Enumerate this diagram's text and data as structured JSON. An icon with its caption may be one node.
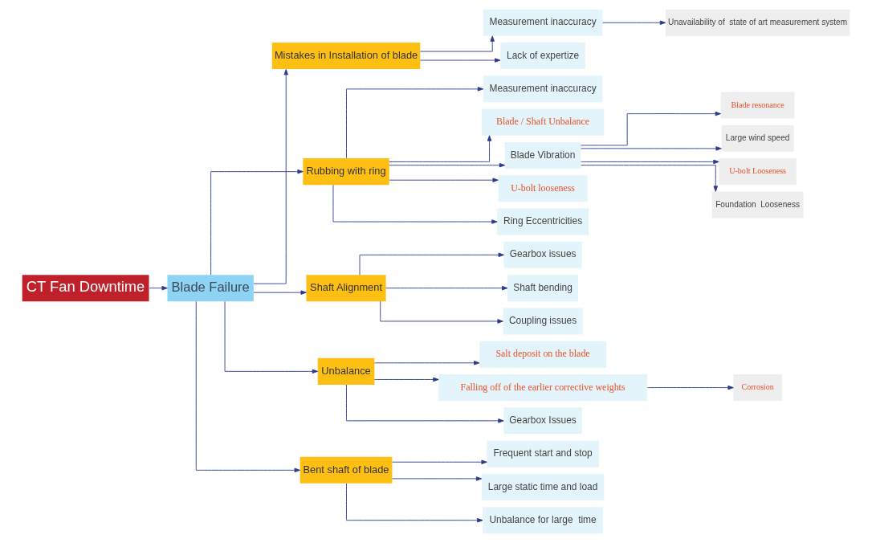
{
  "diagram": {
    "nodes": [
      {
        "text": [
          "CT Fan Downtime"
        ]
      },
      {
        "text": [
          "Blade Failure"
        ]
      },
      {
        "text": [
          "Mistakes in Installation of blade"
        ]
      },
      {
        "text": [
          "Measurement inaccuracy"
        ]
      },
      {
        "text": [
          "Unavailability of  state of art measurement system"
        ]
      },
      {
        "text": [
          "Lack of expertize"
        ]
      },
      {
        "text": [
          "Rubbing with ring"
        ]
      },
      {
        "text": [
          "Measurement inaccuracy"
        ]
      },
      {
        "text": [
          "Blade / Shaft Unbalance"
        ]
      },
      {
        "text": [
          "Blade Vibration"
        ]
      },
      {
        "text": [
          "Blade resonance"
        ]
      },
      {
        "text": [
          "Large wind speed"
        ]
      },
      {
        "text": [
          "U-bolt Looseness"
        ]
      },
      {
        "text": [
          "Foundation  Looseness"
        ]
      },
      {
        "text": [
          "U-bolt looseness"
        ]
      },
      {
        "text": [
          "Ring Eccentricities"
        ]
      },
      {
        "text": [
          "Shaft Alignment"
        ]
      },
      {
        "text": [
          "Gearbox issues"
        ]
      },
      {
        "text": [
          "Shaft bending"
        ]
      },
      {
        "text": [
          "Coupling issues"
        ]
      },
      {
        "text": [
          "Unbalance"
        ]
      },
      {
        "text": [
          "Salt deposit on the blade"
        ]
      },
      {
        "text": [
          "Falling off of the earlier corrective weights"
        ]
      },
      {
        "text": [
          "Corrosion"
        ]
      },
      {
        "text": [
          "Gearbox Issues"
        ]
      },
      {
        "text": [
          "Bent shaft of blade"
        ]
      },
      {
        "text": [
          "Frequent start and stop"
        ]
      },
      {
        "text": [
          "Large static time and load"
        ]
      },
      {
        "text": [
          "Unbalance for large  time"
        ]
      }
    ],
    "edges": [
      {
        "from": 0,
        "to": 1,
        "arrow": "to"
      },
      {
        "from": 1,
        "to": 2,
        "arrow": "to"
      },
      {
        "from": 2,
        "to": 3,
        "arrow": "to"
      },
      {
        "from": 3,
        "to": 4,
        "arrow": "to"
      },
      {
        "from": 2,
        "to": 5,
        "arrow": "to"
      },
      {
        "from": 1,
        "to": 6,
        "arrow": "to"
      },
      {
        "from": 6,
        "to": 7,
        "arrow": "to"
      },
      {
        "from": 6,
        "to": 8,
        "arrow": "to"
      },
      {
        "from": 6,
        "to": 9,
        "arrow": "to"
      },
      {
        "from": 9,
        "to": 10,
        "arrow": "to"
      },
      {
        "from": 9,
        "to": 11,
        "arrow": "to"
      },
      {
        "from": 9,
        "to": 12,
        "arrow": "to"
      },
      {
        "from": 9,
        "to": 13,
        "arrow": "to"
      },
      {
        "from": 6,
        "to": 14,
        "arrow": "to"
      },
      {
        "from": 6,
        "to": 15,
        "arrow": "to"
      },
      {
        "from": 1,
        "to": 16,
        "arrow": "to"
      },
      {
        "from": 16,
        "to": 17,
        "arrow": "to"
      },
      {
        "from": 16,
        "to": 18,
        "arrow": "to"
      },
      {
        "from": 16,
        "to": 19,
        "arrow": "to"
      },
      {
        "from": 1,
        "to": 20,
        "arrow": "to"
      },
      {
        "from": 20,
        "to": 21,
        "arrow": "to"
      },
      {
        "from": 20,
        "to": 22,
        "arrow": "to"
      },
      {
        "from": 22,
        "to": 23,
        "arrow": "to"
      },
      {
        "from": 20,
        "to": 24,
        "arrow": "to"
      },
      {
        "from": 1,
        "to": 25,
        "arrow": "to"
      },
      {
        "from": 25,
        "to": 26,
        "arrow": "to"
      },
      {
        "from": 25,
        "to": 27,
        "arrow": "to"
      },
      {
        "from": 25,
        "to": 28,
        "arrow": "to"
      }
    ]
  }
}
